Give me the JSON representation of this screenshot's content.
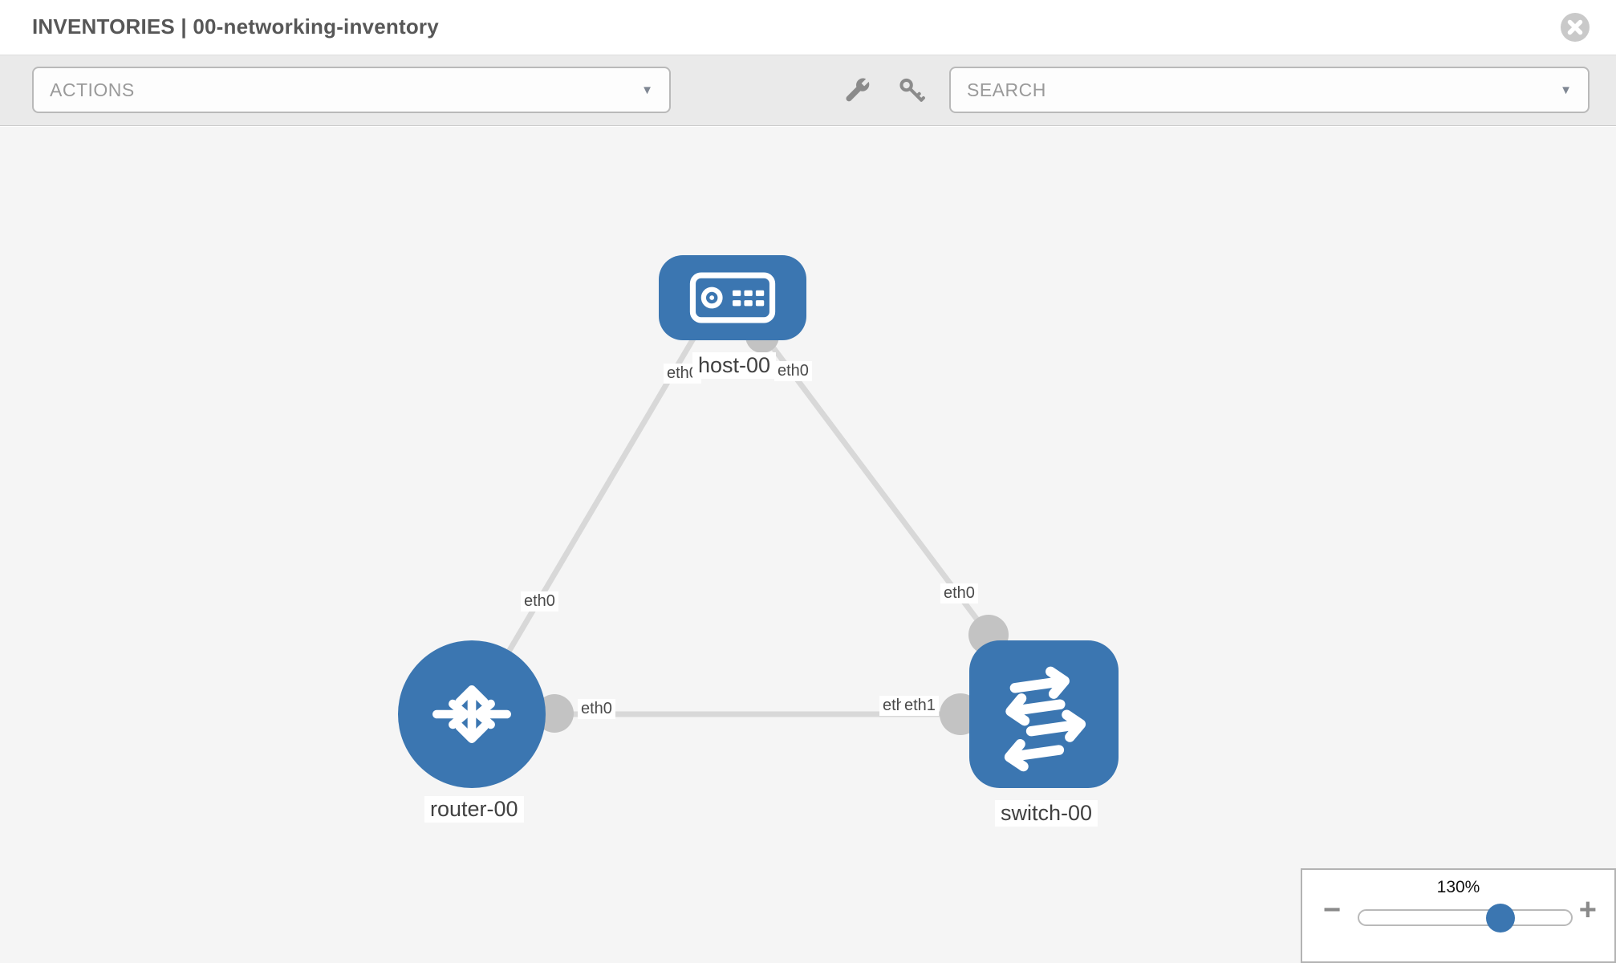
{
  "header": {
    "title_section": "INVENTORIES",
    "title_separator": "|",
    "title_name": "00-networking-inventory"
  },
  "toolbar": {
    "actions_label": "ACTIONS",
    "search_placeholder": "SEARCH",
    "caret_glyph": "▼"
  },
  "topology": {
    "nodes": [
      {
        "id": "host-00",
        "type": "host",
        "label": "host-00"
      },
      {
        "id": "router-00",
        "type": "router",
        "label": "router-00"
      },
      {
        "id": "switch-00",
        "type": "switch",
        "label": "switch-00"
      }
    ],
    "links": [
      {
        "from": "host-00",
        "to": "router-00",
        "from_interface": "eth0",
        "to_interface": "eth0"
      },
      {
        "from": "host-00",
        "to": "switch-00",
        "from_interface": "eth0",
        "to_interface": "eth0"
      },
      {
        "from": "router-00",
        "to": "switch-00",
        "from_interface": "eth0",
        "to_interface_back": "eth0",
        "to_interface_front": "eth1"
      }
    ]
  },
  "zoom_control": {
    "level": "130%",
    "minus_glyph": "−",
    "plus_glyph": "+"
  },
  "icons": {
    "close": "circle-x-icon",
    "wrench": "wrench-icon",
    "key": "key-icon",
    "dropdown": "chevron-down-icon",
    "host": "host-device-icon",
    "router": "router-arrows-icon",
    "switch": "switch-arrows-icon",
    "zoom_out": "minus-icon",
    "zoom_in": "plus-icon"
  },
  "colors": {
    "node_blue": "#3b76b1",
    "link_gray": "#d8d8d8",
    "port_gray": "#c3c3c3",
    "canvas_bg": "#f5f5f5",
    "toolbar_bg": "#eaeaea"
  }
}
